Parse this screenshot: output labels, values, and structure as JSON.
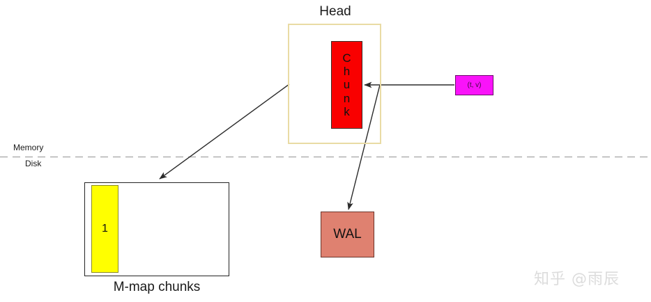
{
  "diagram": {
    "title_head": "Head",
    "chunk_label": "Chunk",
    "chunk_letters": [
      "C",
      "h",
      "u",
      "n",
      "k"
    ],
    "sample_box_label": "(t, v)",
    "memory_label": "Memory",
    "disk_label": "Disk",
    "mmap_caption": "M-map chunks",
    "mmap_chunk_number": "1",
    "wal_label": "WAL",
    "watermark": "知乎 @雨辰"
  },
  "colors": {
    "chunk_fill": "#f90000",
    "chunk_border": "#3a2a24",
    "head_border": "#e9dba4",
    "sample_fill": "#f913f9",
    "sample_border": "#6a0b6a",
    "mmap_chunk_fill": "#ffff00",
    "mmap_chunk_border": "#8a8a22",
    "mmap_box_border": "#232323",
    "wal_fill": "#df8170",
    "wal_border": "#6b3329",
    "arrow_stroke": "#2b2b2b",
    "divider_stroke": "#b0b0b0",
    "watermark_color": "#dcdcdc",
    "background": "#ffffff"
  }
}
